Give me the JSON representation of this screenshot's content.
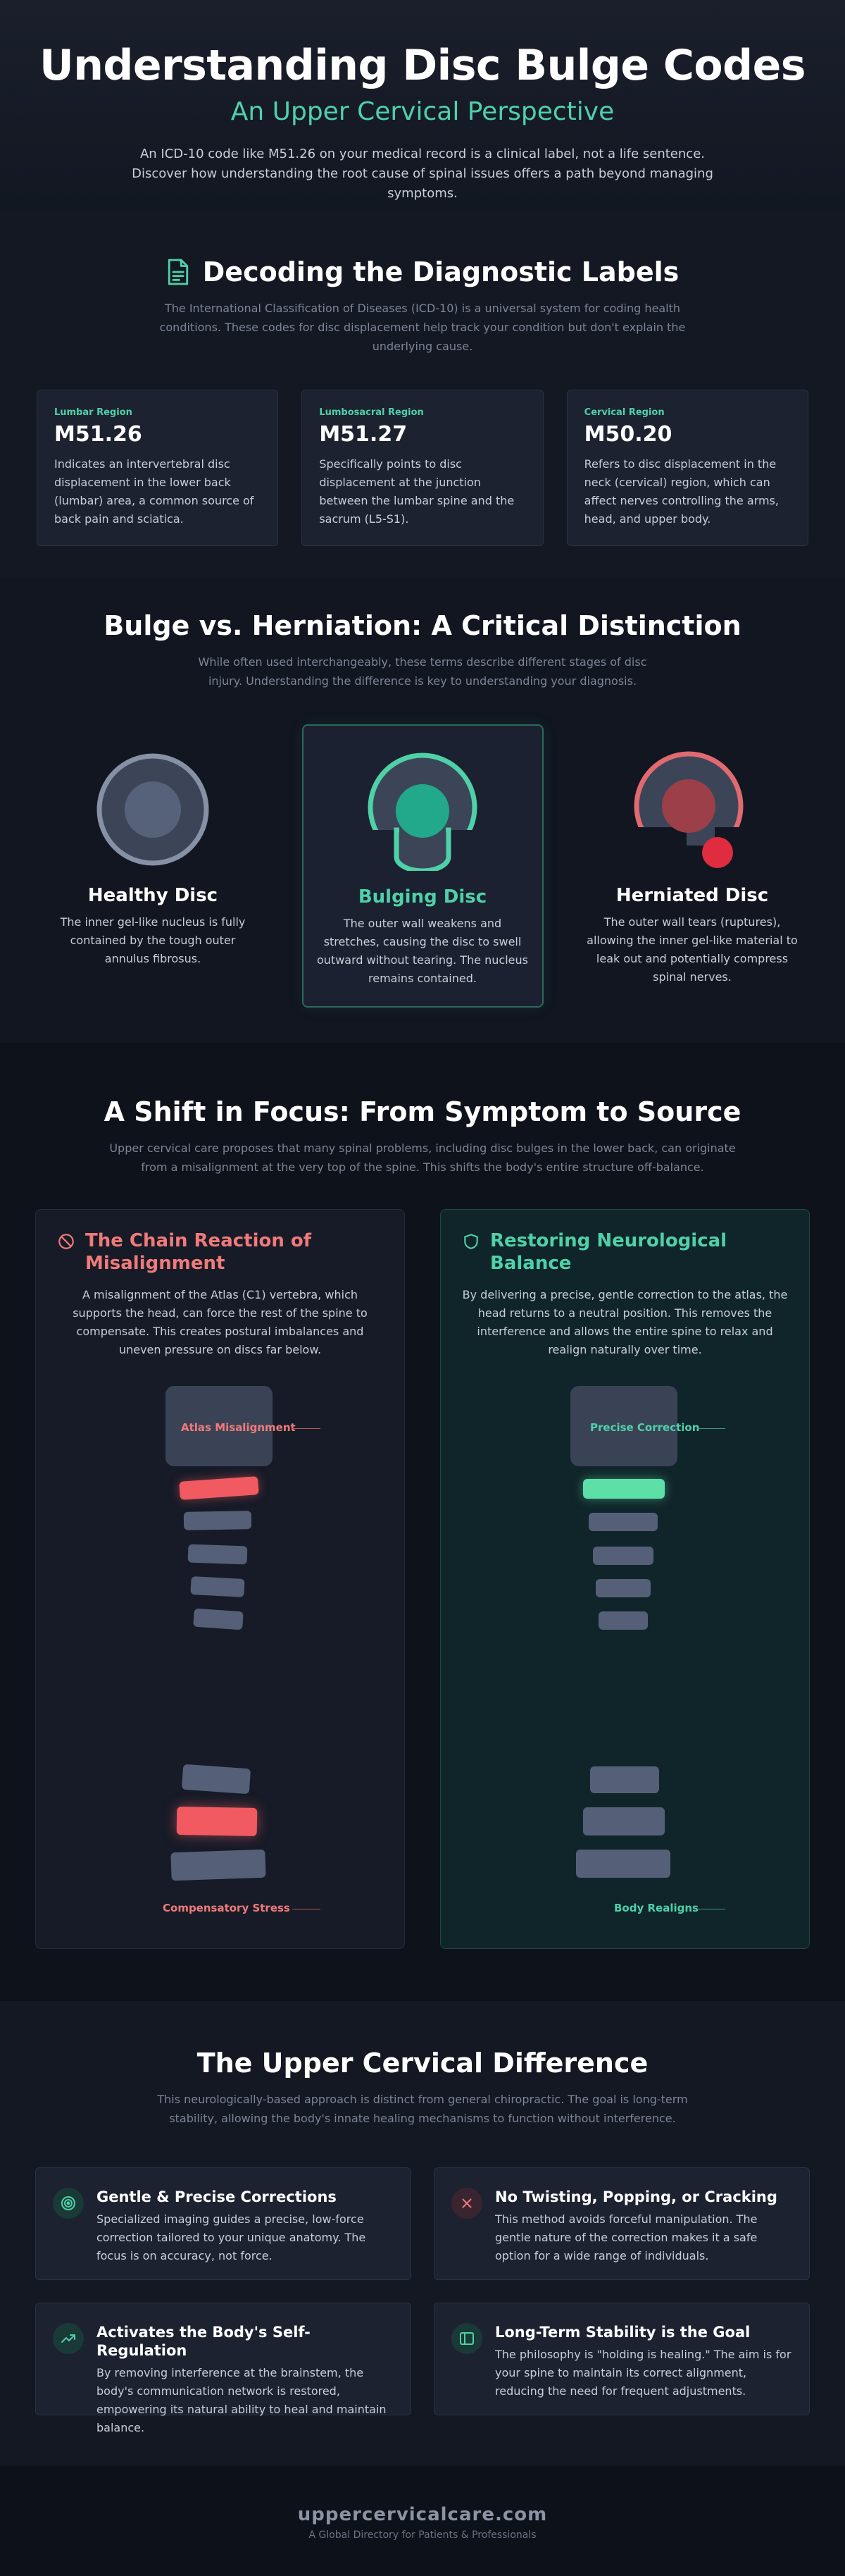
{
  "hero": {
    "title": "Understanding Disc Bulge Codes",
    "subtitle": "An Upper Cervical Perspective",
    "intro": "An ICD-10 code like M51.26 on your medical record is a clinical label, not a life sentence. Discover how understanding the root cause of spinal issues offers a path beyond managing symptoms."
  },
  "decode": {
    "icon": "document-icon",
    "title": "Decoding the Diagnostic Labels",
    "description": "The International Classification of Diseases (ICD-10) is a universal system for coding health conditions. These codes for disc displacement help track your condition but don't explain the underlying cause.",
    "cards": [
      {
        "region": "Lumbar Region",
        "code": "M51.26",
        "text": "Indicates an intervertebral disc displacement in the lower back (lumbar) area, a common source of back pain and sciatica."
      },
      {
        "region": "Lumbosacral Region",
        "code": "M51.27",
        "text": "Specifically points to disc displacement at the junction between the lumbar spine and the sacrum (L5-S1)."
      },
      {
        "region": "Cervical Region",
        "code": "M50.20",
        "text": "Refers to disc displacement in the neck (cervical) region, which can affect nerves controlling the arms, head, and upper body."
      }
    ]
  },
  "bulge": {
    "title": "Bulge vs. Herniation: A Critical Distinction",
    "description": "While often used interchangeably, these terms describe different stages of disc injury. Understanding the difference is key to understanding your diagnosis.",
    "discs": [
      {
        "name": "Healthy Disc",
        "text": "The inner gel-like nucleus is fully contained by the tough outer annulus fibrosus."
      },
      {
        "name": "Bulging Disc",
        "text": "The outer wall weakens and stretches, causing the disc to swell outward without tearing. The nucleus remains contained."
      },
      {
        "name": "Herniated Disc",
        "text": "The outer wall tears (ruptures), allowing the inner gel-like material to leak out and potentially compress spinal nerves."
      }
    ]
  },
  "shift": {
    "title": "A Shift in Focus: From Symptom to Source",
    "description": "Upper cervical care proposes that many spinal problems, including disc bulges in the lower back, can originate from a misalignment at the very top of the spine. This shifts the body's entire structure off-balance.",
    "left": {
      "icon": "ban-icon",
      "title": "The Chain Reaction of Misalignment",
      "text": "A misalignment of the Atlas (C1) vertebra, which supports the head, can force the rest of the spine to compensate. This creates postural imbalances and uneven pressure on discs far below.",
      "top_label": "Atlas Misalignment",
      "bottom_label": "Compensatory Stress"
    },
    "right": {
      "icon": "shield-icon",
      "title": "Restoring Neurological Balance",
      "text": "By delivering a precise, gentle correction to the atlas, the head returns to a neutral position. This removes the interference and allows the entire spine to relax and realign naturally over time.",
      "top_label": "Precise Correction",
      "bottom_label": "Body Realigns"
    }
  },
  "difference": {
    "title": "The Upper Cervical Difference",
    "description": "This neurologically-based approach is distinct from general chiropractic. The goal is long-term stability, allowing the body's innate healing mechanisms to function without interference.",
    "features": [
      {
        "icon": "target-icon",
        "title": "Gentle & Precise Corrections",
        "text": "Specialized imaging guides a precise, low-force correction tailored to your unique anatomy. The focus is on accuracy, not force."
      },
      {
        "icon": "close-icon",
        "title": "No Twisting, Popping, or Cracking",
        "text": "This method avoids forceful manipulation. The gentle nature of the correction makes it a safe option for a wide range of individuals."
      },
      {
        "icon": "trend-up-icon",
        "title": "Activates the Body's Self-Regulation",
        "text": "By removing interference at the brainstem, the body's communication network is restored, empowering its natural ability to heal and maintain balance."
      },
      {
        "icon": "sidebar-panel-icon",
        "title": "Long-Term Stability is the Goal",
        "text": "The philosophy is \"holding is healing.\" The aim is for your spine to maintain its correct alignment, reducing the need for frequent adjustments."
      }
    ]
  },
  "footer": {
    "site": "uppercervicalcare.com",
    "tagline": "A Global Directory for Patients & Professionals"
  },
  "colors": {
    "accent": "#4fd1a8",
    "danger": "#f07a7a",
    "background": "#0f131c"
  }
}
